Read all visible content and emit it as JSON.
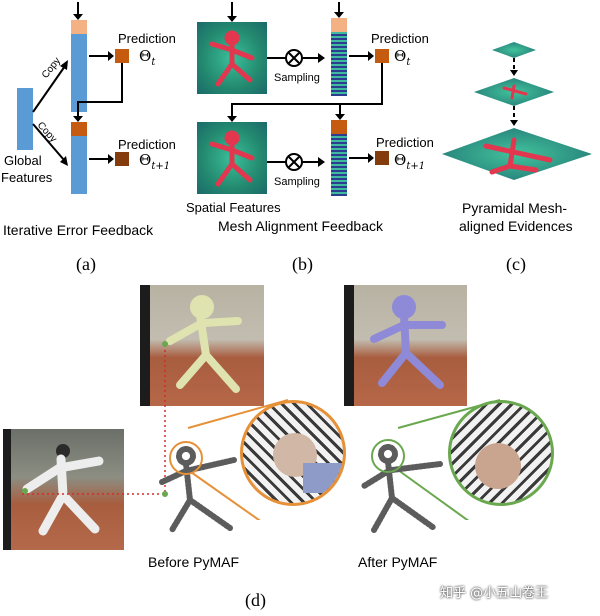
{
  "panel_a": {
    "prediction_top": "Prediction",
    "theta_top_base": "Θ",
    "theta_top_sub": "t",
    "prediction_bottom": "Prediction",
    "theta_bottom_base": "Θ",
    "theta_bottom_sub": "t+1",
    "copy_top": "Copy",
    "copy_bottom": "Copy",
    "global_line1": "Global",
    "global_line2": "Features",
    "title": "Iterative Error Feedback",
    "caption": "(a)"
  },
  "panel_b": {
    "prediction_top": "Prediction",
    "theta_top_base": "Θ",
    "theta_top_sub": "t",
    "prediction_bottom": "Prediction",
    "theta_bottom_base": "Θ",
    "theta_bottom_sub": "t+1",
    "sampling_top": "Sampling",
    "sampling_bottom": "Sampling",
    "spatial_features": "Spatial Features",
    "title": "Mesh Alignment Feedback",
    "caption": "(b)"
  },
  "panel_c": {
    "title_line1": "Pyramidal Mesh-",
    "title_line2": "aligned Evidences",
    "caption": "(c)"
  },
  "panel_d": {
    "before_label": "Before PyMAF",
    "after_label": "After PyMAF",
    "caption": "(d)"
  },
  "watermark": "知乎 @小五山卷王",
  "colors": {
    "feature_blue": "#5b9bd5",
    "feature_peach": "#f4b183",
    "prediction_brown": "#c55a11",
    "prediction_dark": "#843c0c",
    "orange_circle": "#e69138",
    "green_circle": "#6aa84f",
    "dotted_red": "#d62b2b"
  }
}
